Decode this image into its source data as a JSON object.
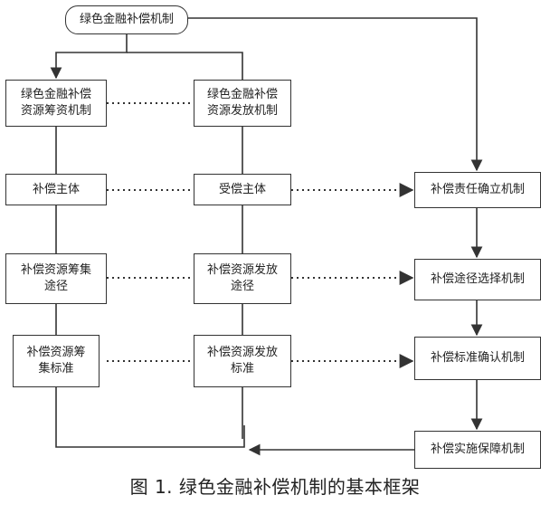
{
  "root": {
    "label": "绿色金融补偿机制"
  },
  "left_column": {
    "header": "绿色金融补偿\n资源筹资机制",
    "subject": "补偿主体",
    "channel": "补偿资源筹集\n途径",
    "standard": "补偿资源筹\n集标准"
  },
  "middle_column": {
    "header": "绿色金融补偿\n资源发放机制",
    "subject": "受偿主体",
    "channel": "补偿资源发放\n途径",
    "standard": "补偿资源发放\n标准"
  },
  "right_column": {
    "responsibility": "补偿责任确立机制",
    "path": "补偿途径选择机制",
    "standard": "补偿标准确认机制",
    "guarantee": "补偿实施保障机制"
  },
  "caption": "图 1.  绿色金融补偿机制的基本框架"
}
